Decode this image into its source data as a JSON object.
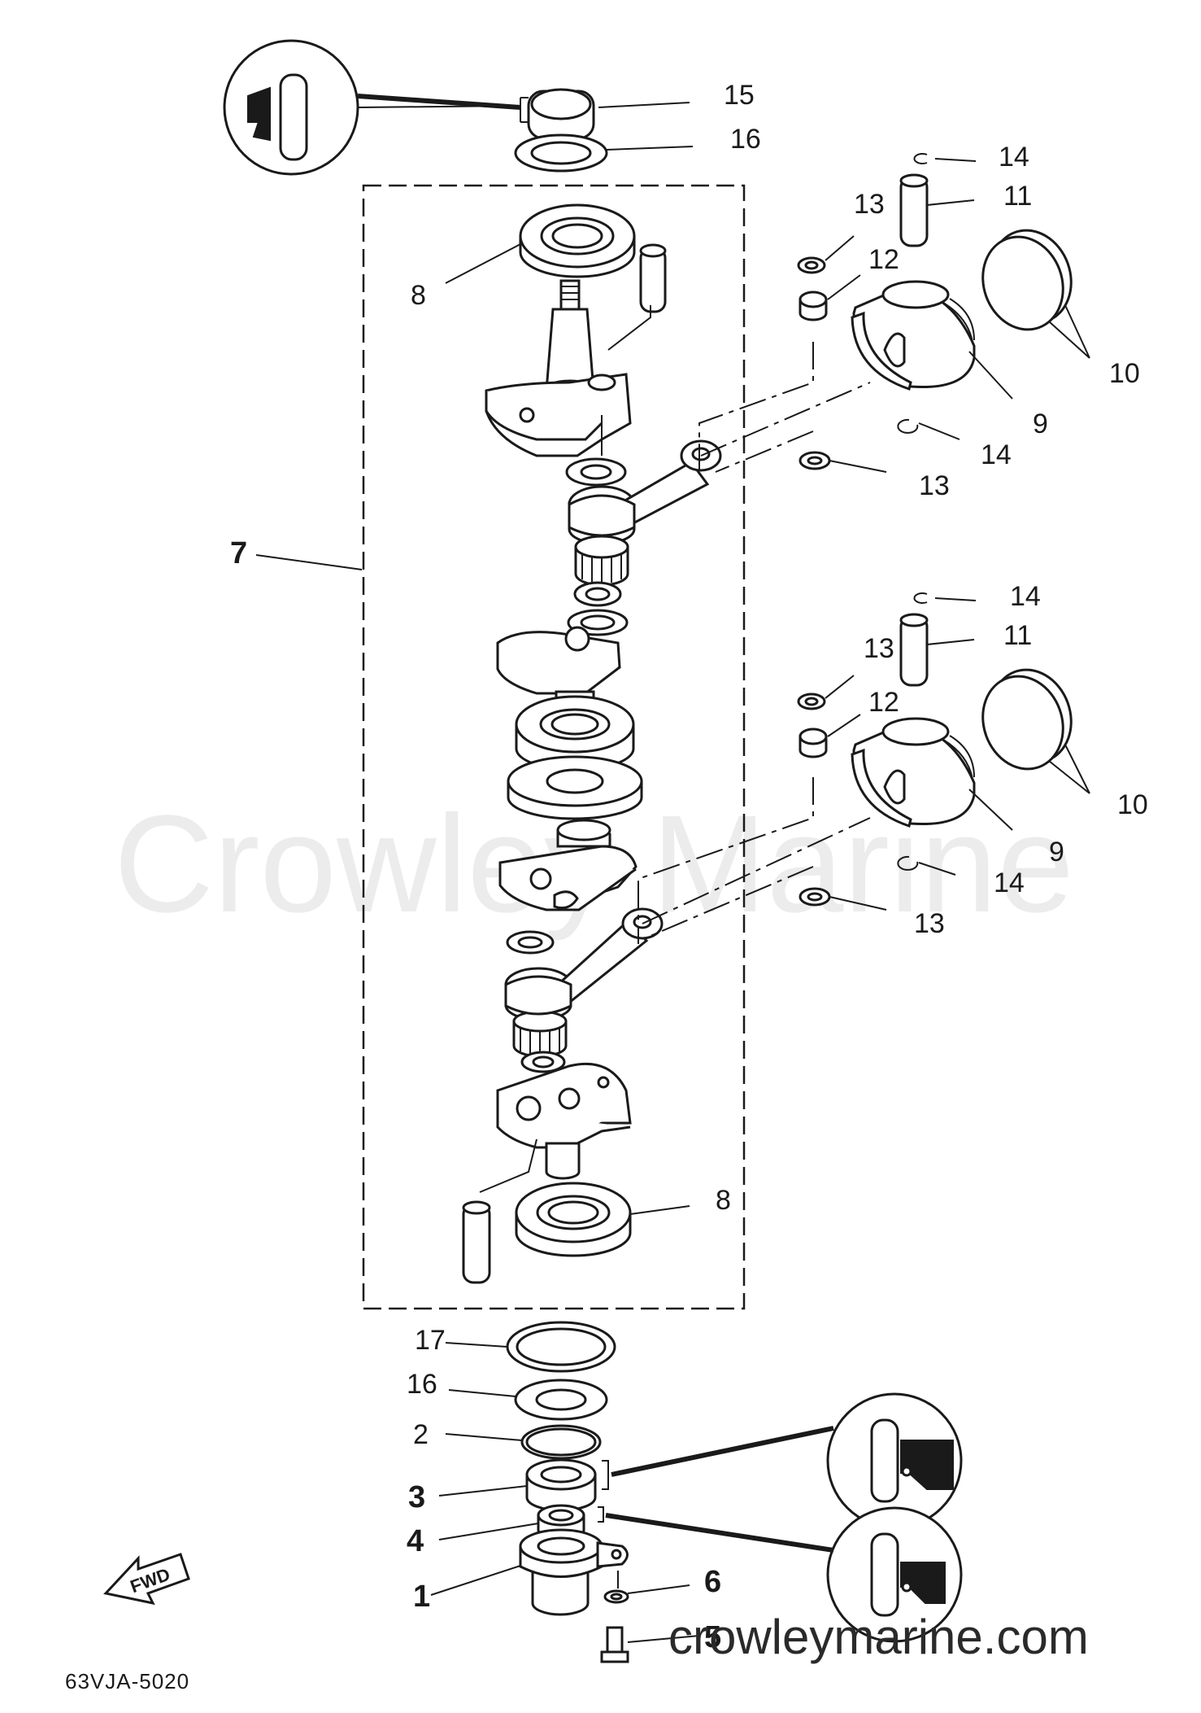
{
  "diagram_code": "63VJA-5020",
  "watermark": {
    "main": "Crowley Marine",
    "url": "crowleymarine.com"
  },
  "fwd_label": "FWD",
  "callouts": [
    {
      "id": "c15",
      "label": "15"
    },
    {
      "id": "c16a",
      "label": "16"
    },
    {
      "id": "c14a",
      "label": "14"
    },
    {
      "id": "c11a",
      "label": "11"
    },
    {
      "id": "c13a",
      "label": "13"
    },
    {
      "id": "c12a",
      "label": "12"
    },
    {
      "id": "c10a",
      "label": "10"
    },
    {
      "id": "c9a",
      "label": "9"
    },
    {
      "id": "c14b",
      "label": "14"
    },
    {
      "id": "c13b",
      "label": "13"
    },
    {
      "id": "c8a",
      "label": "8"
    },
    {
      "id": "c7",
      "label": "7"
    },
    {
      "id": "c14c",
      "label": "14"
    },
    {
      "id": "c11b",
      "label": "11"
    },
    {
      "id": "c13c",
      "label": "13"
    },
    {
      "id": "c12b",
      "label": "12"
    },
    {
      "id": "c10b",
      "label": "10"
    },
    {
      "id": "c9b",
      "label": "9"
    },
    {
      "id": "c14d",
      "label": "14"
    },
    {
      "id": "c13d",
      "label": "13"
    },
    {
      "id": "c8b",
      "label": "8"
    },
    {
      "id": "c17",
      "label": "17"
    },
    {
      "id": "c16b",
      "label": "16"
    },
    {
      "id": "c2",
      "label": "2"
    },
    {
      "id": "c3",
      "label": "3"
    },
    {
      "id": "c4",
      "label": "4"
    },
    {
      "id": "c1",
      "label": "1"
    },
    {
      "id": "c6",
      "label": "6"
    },
    {
      "id": "c5",
      "label": "5"
    }
  ],
  "colors": {
    "ink": "#1a1a1a",
    "watermark": "#ececec",
    "background": "#ffffff"
  }
}
